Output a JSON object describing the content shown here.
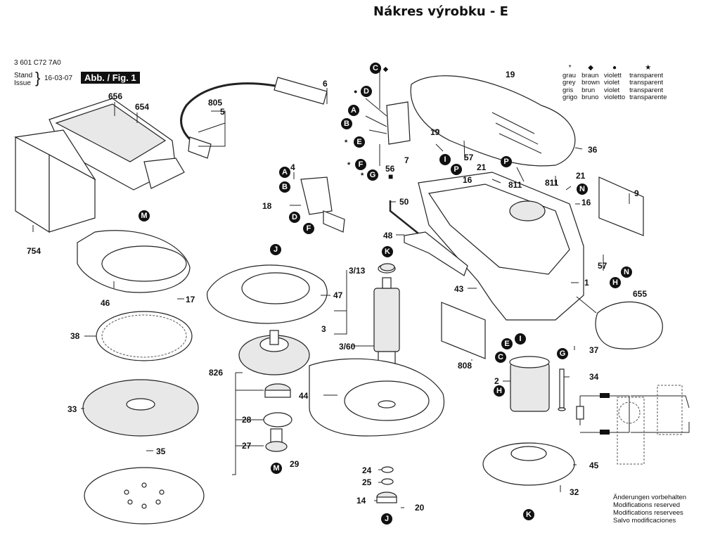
{
  "title": "Nákres výrobku - E",
  "header": {
    "part_number": "3 601 C72 7A0",
    "stand_label": "Stand",
    "issue_label": "Issue",
    "brace": "}",
    "date": "16-03-07",
    "figure_label": "Abb. / Fig. 1"
  },
  "legend": {
    "symbols": [
      "*",
      "◆",
      "●",
      "★"
    ],
    "rows": [
      [
        "grau",
        "braun",
        "violett",
        "transparent"
      ],
      [
        "grey",
        "brown",
        "violet",
        "transparent"
      ],
      [
        "gris",
        "brun",
        "violet",
        "transparent"
      ],
      [
        "grigo",
        "bruno",
        "violetto",
        "transparente"
      ]
    ]
  },
  "modifications": [
    "Änderungen vorbehalten",
    "Modifications reserved",
    "Modifications reservees",
    "Salvo modificaciones"
  ],
  "part_labels": {
    "p656": "656",
    "p654": "654",
    "p754": "754",
    "p805": "805",
    "p5": "5",
    "p6": "6",
    "p4": "4",
    "p18": "18",
    "p46": "46",
    "p17": "17",
    "p38": "38",
    "p33": "33",
    "p35": "35",
    "p47": "47",
    "p826": "826",
    "p28": "28",
    "p27": "27",
    "p29": "29",
    "p3_13": "3/13",
    "p3": "3",
    "p3_60": "3/60",
    "p44": "44",
    "p24": "24",
    "p25": "25",
    "p14": "14",
    "p20": "20",
    "p50": "50",
    "p48": "48",
    "p43": "43",
    "p56": "56",
    "p56_sym": "■",
    "p7": "7",
    "p19a": "19",
    "p19b": "19",
    "p57a": "57",
    "p21a": "21",
    "p16a": "16",
    "p811a": "811",
    "p36": "36",
    "p811b": "811",
    "p21b": "21",
    "p16b": "16",
    "p9": "9",
    "p57b": "57",
    "p1": "1",
    "p655": "655",
    "p37": "37",
    "p808": "808",
    "p2": "2",
    "p34": "34",
    "p45": "45",
    "p32": "32"
  },
  "callouts": {
    "c_top": "C",
    "d_top": "D",
    "a_top": "A",
    "b_top": "B",
    "e_top": "E",
    "f_top": "F",
    "g_top": "G",
    "a_sw": "A",
    "b_sw": "B",
    "d_sw": "D",
    "f_sw": "F",
    "m_top": "M",
    "j_top": "J",
    "k_top": "K",
    "m_bot": "M",
    "j_bot": "J",
    "k_bot": "K",
    "i_mid": "I",
    "p_mid": "P",
    "p_right": "P",
    "n_top": "N",
    "n_bot": "N",
    "h_right": "H",
    "e_st": "E",
    "i_st": "I",
    "c_st": "C",
    "g_st": "G",
    "h_st": "H"
  },
  "callout_marks": {
    "c_top": "◆",
    "d_top": "●",
    "e_top": "*",
    "f_top": "*",
    "g_top": "*"
  }
}
